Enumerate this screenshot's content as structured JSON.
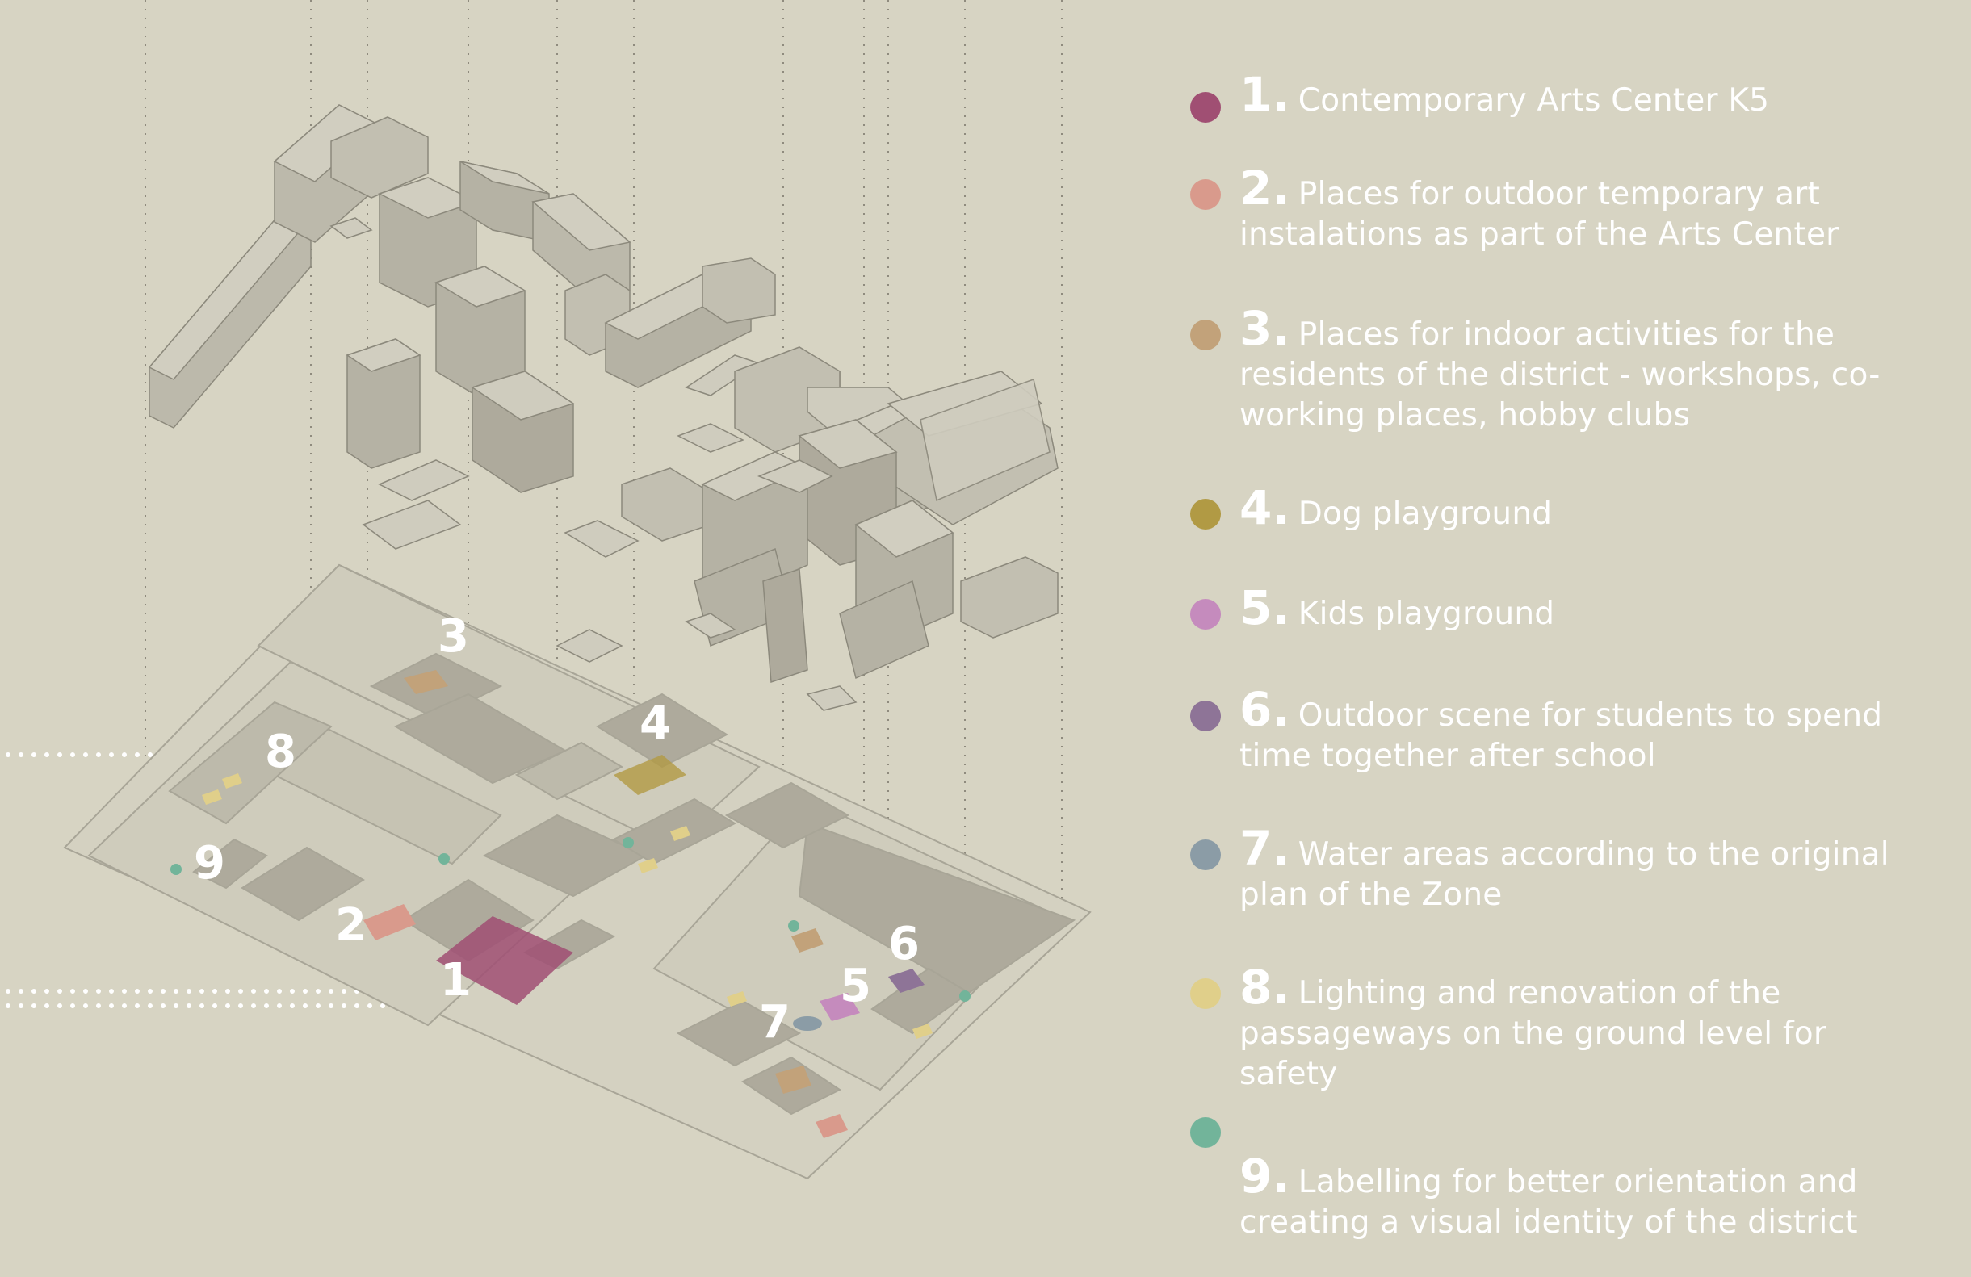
{
  "colors": {
    "background": "#d7d4c3",
    "building": "#c9c6b8",
    "building_side": "#b5b2a4",
    "ground_block": "#cfccbc",
    "ground_building": "#aeaa9c",
    "label": "#ffffff"
  },
  "legend": [
    {
      "number": "1.",
      "text": "Contemporary Arts Center K5",
      "color": "#a04f73"
    },
    {
      "number": "2.",
      "text": "Places for outdoor temporary art instalations as part of the Arts Center",
      "color": "#d99a8c"
    },
    {
      "number": "3.",
      "text": "Places for indoor activities for the residents of the district - workshops, co-working places, hobby clubs",
      "color": "#c2a27a"
    },
    {
      "number": "4.",
      "text": "Dog playground",
      "color": "#b19a44"
    },
    {
      "number": "5.",
      "text": "Kids playground",
      "color": "#c58bbd"
    },
    {
      "number": "6.",
      "text": "Outdoor scene for students to spend time together after school",
      "color": "#8e7497"
    },
    {
      "number": "7.",
      "text": "Water areas according to the original plan of the Zone",
      "color": "#8b9ca6"
    },
    {
      "number": "8.",
      "text": "Lighting and renovation of the passageways on the ground level for safety",
      "color": "#e0cf8a"
    },
    {
      "number": "9.",
      "text": "Labelling for better orientation and creating a visual identity of the district",
      "color": "#72b49a"
    }
  ],
  "map_labels": [
    "1",
    "2",
    "3",
    "4",
    "5",
    "6",
    "7",
    "8",
    "9"
  ]
}
